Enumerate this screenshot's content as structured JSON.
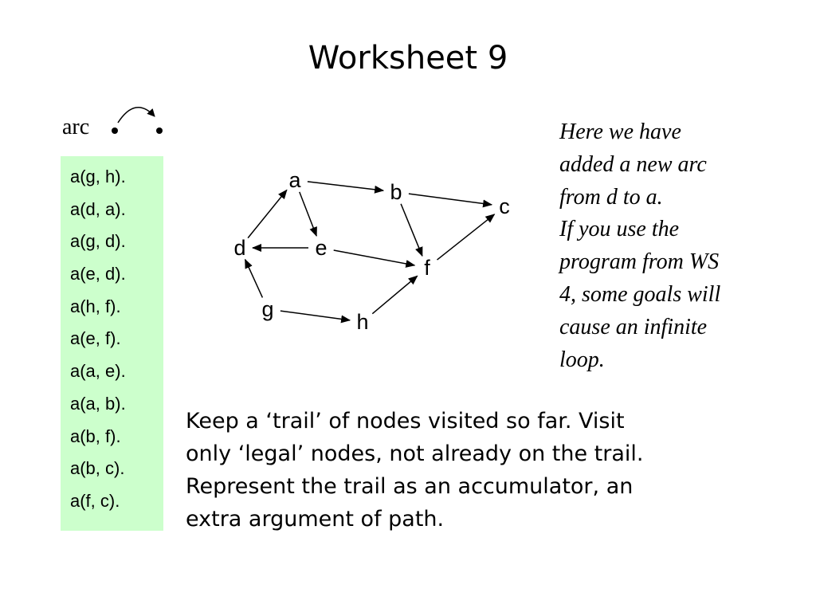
{
  "title": "Worksheet 9",
  "legend": {
    "label": "arc"
  },
  "facts": [
    "a(g, h).",
    "a(d, a).",
    "a(g, d).",
    "a(e, d).",
    "a(h, f).",
    "a(e, f).",
    "a(a, e).",
    "a(a, b).",
    "a(b, f).",
    "a(b, c).",
    "a(f, c)."
  ],
  "graph": {
    "nodes": [
      {
        "id": "a",
        "label": "a"
      },
      {
        "id": "b",
        "label": "b"
      },
      {
        "id": "c",
        "label": "c"
      },
      {
        "id": "d",
        "label": "d"
      },
      {
        "id": "e",
        "label": "e"
      },
      {
        "id": "f",
        "label": "f"
      },
      {
        "id": "g",
        "label": "g"
      },
      {
        "id": "h",
        "label": "h"
      }
    ],
    "edges": [
      {
        "from": "g",
        "to": "h"
      },
      {
        "from": "d",
        "to": "a"
      },
      {
        "from": "g",
        "to": "d"
      },
      {
        "from": "e",
        "to": "d"
      },
      {
        "from": "h",
        "to": "f"
      },
      {
        "from": "e",
        "to": "f"
      },
      {
        "from": "a",
        "to": "e"
      },
      {
        "from": "a",
        "to": "b"
      },
      {
        "from": "b",
        "to": "f"
      },
      {
        "from": "b",
        "to": "c"
      },
      {
        "from": "f",
        "to": "c"
      }
    ]
  },
  "note": {
    "lines": [
      "Here we have",
      "added a new arc",
      "from d to a.",
      "If you use the",
      "program from WS",
      "4, some goals will",
      "cause an infinite",
      "loop."
    ]
  },
  "body": {
    "lines": [
      "Keep a ‘trail’ of nodes visited so far. Visit",
      "only ‘legal’ nodes, not already on the trail.",
      "Represent the trail as an accumulator, an",
      "extra argument of path."
    ]
  }
}
